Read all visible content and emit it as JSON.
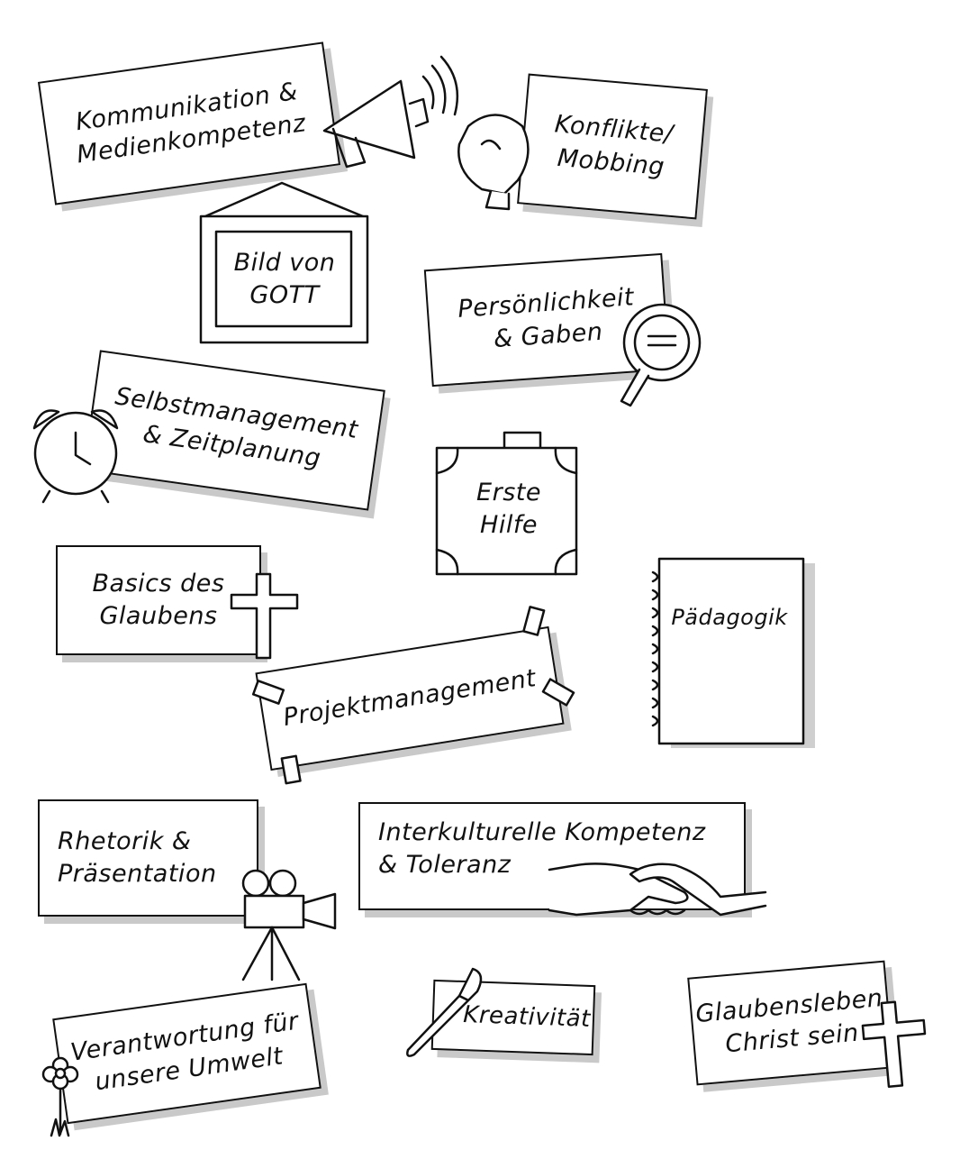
{
  "topics": [
    {
      "id": "kommunikation",
      "lines": [
        "Kommunikation &",
        "Medienkompetenz"
      ],
      "icon": "megaphone-icon"
    },
    {
      "id": "konflikte",
      "lines": [
        "Konflikte/",
        "Mobbing"
      ],
      "icon": "boxing-glove-icon"
    },
    {
      "id": "bild-von-gott",
      "lines": [
        "Bild von",
        "GOTT"
      ],
      "icon": "picture-frame-icon"
    },
    {
      "id": "persoenlichkeit",
      "lines": [
        "Persönlichkeit",
        "& Gaben"
      ],
      "icon": "hand-mirror-icon"
    },
    {
      "id": "selbstmanagement",
      "lines": [
        "Selbstmanagement",
        "& Zeitplanung"
      ],
      "icon": "alarm-clock-icon"
    },
    {
      "id": "erste-hilfe",
      "lines": [
        "Erste",
        "Hilfe"
      ],
      "icon": "suitcase-icon"
    },
    {
      "id": "basics-glauben",
      "lines": [
        "Basics des",
        "Glaubens"
      ],
      "icon": "cross-icon"
    },
    {
      "id": "paedagogik",
      "lines": [
        "Pädagogik"
      ],
      "icon": "notebook-icon"
    },
    {
      "id": "projektmanagement",
      "lines": [
        "Projektmanagement"
      ],
      "icon": "tape-icon"
    },
    {
      "id": "rhetorik",
      "lines": [
        "Rhetorik &",
        "Präsentation"
      ],
      "icon": "video-camera-icon"
    },
    {
      "id": "interkulturell",
      "lines": [
        "Interkulturelle Kompetenz",
        "& Toleranz"
      ],
      "icon": "handshake-icon"
    },
    {
      "id": "verantwortung",
      "lines": [
        "Verantwortung für",
        "unsere Umwelt"
      ],
      "icon": "flower-icon"
    },
    {
      "id": "kreativitaet",
      "lines": [
        "Kreativität"
      ],
      "icon": "paintbrush-icon"
    },
    {
      "id": "glaubensleben",
      "lines": [
        "Glaubensleben",
        "Christ sein"
      ],
      "icon": "cross-icon"
    }
  ]
}
